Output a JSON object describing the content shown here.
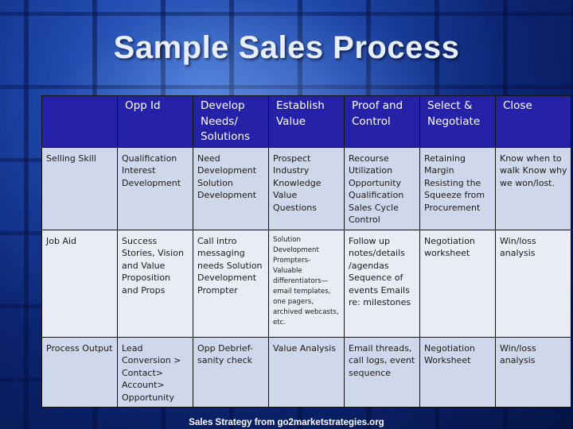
{
  "title": "Sample Sales Process",
  "table": {
    "headers": [
      "",
      "Opp Id",
      "Develop Needs/ Solutions",
      "Establish Value",
      "Proof and Control",
      "Select & Negotiate",
      "Close"
    ],
    "rows": [
      {
        "label": "Selling Skill",
        "cells": [
          "Qualification Interest Development",
          "Need Development Solution Development",
          "Prospect Industry Knowledge Value Questions",
          "Recourse Utilization Opportunity Qualification Sales Cycle Control",
          "Retaining Margin Resisting the Squeeze from Procurement",
          "Know when to walk Know why we won/lost."
        ]
      },
      {
        "label": "Job Aid",
        "cells": [
          "Success Stories, Vision and Value Proposition and Props",
          "Call intro messaging needs Solution Development Prompter",
          "Solution Development Prompters- Valuable differentiators—email templates, one pagers, archived webcasts, etc.",
          "Follow up notes/details /agendas Sequence of events Emails re: milestones",
          "Negotiation worksheet",
          "Win/loss analysis"
        ]
      },
      {
        "label": "Process Output",
        "cells": [
          "Lead Conversion > Contact> Account> Opportunity",
          "Opp Debrief- sanity check",
          "Value Analysis",
          "Email threads, call logs, event sequence",
          "Negotiation Worksheet",
          "Win/loss analysis"
        ]
      }
    ]
  },
  "footer": "Sales Strategy from go2marketstrategies.org"
}
